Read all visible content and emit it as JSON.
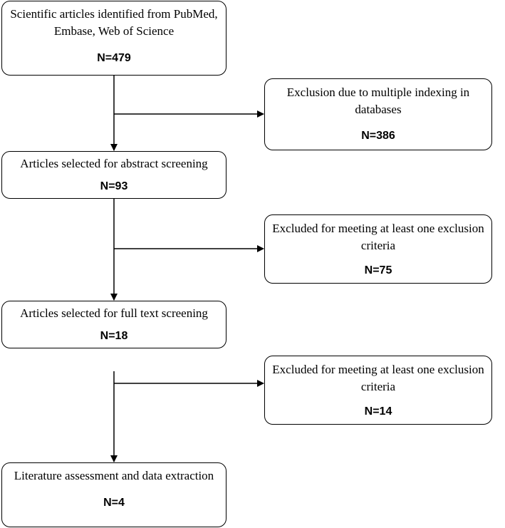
{
  "flowchart": {
    "main_steps": [
      {
        "label": "Scientific articles identified from PubMed, Embase, Web of Science",
        "count": "N=479"
      },
      {
        "label": "Articles selected for abstract screening",
        "count": "N=93"
      },
      {
        "label": "Articles selected for full text screening",
        "count": "N=18"
      },
      {
        "label": "Literature assessment and data extraction",
        "count": "N=4"
      }
    ],
    "exclusions": [
      {
        "label": "Exclusion due to multiple indexing in databases",
        "count": "N=386"
      },
      {
        "label": "Excluded for meeting at least one exclusion criteria",
        "count": "N=75"
      },
      {
        "label": "Excluded for meeting at least one exclusion criteria",
        "count": "N=14"
      }
    ]
  },
  "colors": {
    "stroke": "#000000",
    "background": "#ffffff"
  }
}
